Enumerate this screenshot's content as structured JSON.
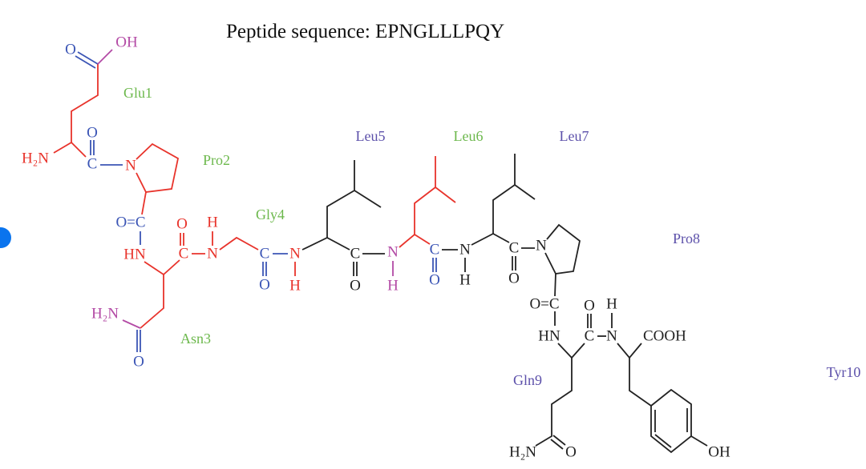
{
  "title": "Peptide sequence: EPNGLLLPQY",
  "colors": {
    "red": "#e8332b",
    "blue": "#3b55b5",
    "green": "#6cb84c",
    "magenta": "#b34aa5",
    "purple": "#5c50aa",
    "black": "#222222"
  },
  "residues": [
    "Glu1",
    "Pro2",
    "Asn3",
    "Gly4",
    "Leu5",
    "Leu6",
    "Leu7",
    "Pro8",
    "Gln9",
    "Tyr10"
  ],
  "atoms": [
    "O",
    "OH",
    "H₂N",
    "O",
    "C",
    "N",
    "O=C",
    "HN",
    "O",
    "C",
    "N",
    "H",
    "H₂N",
    "O",
    "C",
    "O",
    "N",
    "H",
    "C",
    "O",
    "N",
    "H",
    "C",
    "O",
    "N",
    "H",
    "C",
    "O",
    "N",
    "O=C",
    "HN",
    "O",
    "C",
    "N",
    "H",
    "COOH",
    "H₂N",
    "O",
    "OH"
  ]
}
